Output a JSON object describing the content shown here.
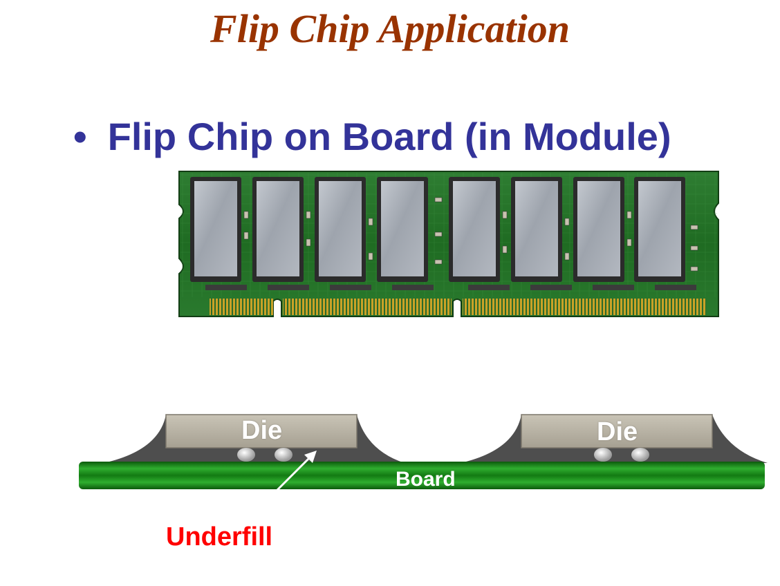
{
  "slide": {
    "title": "Flip Chip Application",
    "bullet_symbol": "•",
    "bullet_text": "Flip Chip on Board (in Module)"
  },
  "module_image": {
    "chip_count": 8,
    "colors": {
      "pcb": "#1f6b22",
      "chip": "#9aa0a8",
      "contacts": "#c9a227"
    }
  },
  "diagram": {
    "die_labels": [
      "Die",
      "Die"
    ],
    "board_label": "Board",
    "underfill_label": "Underfill",
    "colors": {
      "board": "#1e8a1e",
      "die": "#b6b0a2",
      "underfill": "#505050",
      "label_red": "#ff0000",
      "title": "#993300",
      "bullet": "#333399"
    }
  }
}
